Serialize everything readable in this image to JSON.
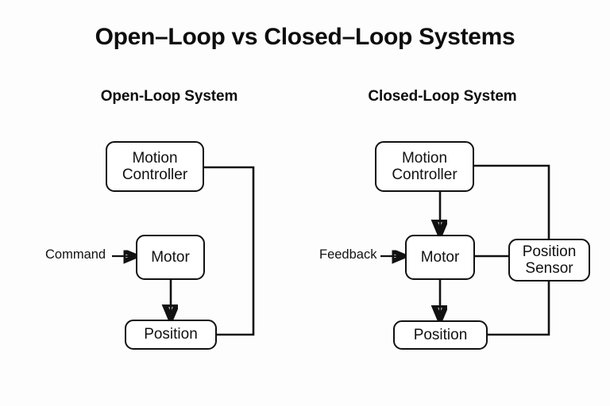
{
  "title": "Open–Loop vs Closed–Loop Systems",
  "diagrams": [
    {
      "id": "open-loop",
      "subtitle": "Open-Loop System",
      "nodes": {
        "controller_line1": "Motion",
        "controller_line2": "Controller",
        "motor": "Motor",
        "position": "Position"
      },
      "labels": {
        "input": "Command"
      }
    },
    {
      "id": "closed-loop",
      "subtitle": "Closed-Loop System",
      "nodes": {
        "controller_line1": "Motion",
        "controller_line2": "Controller",
        "motor": "Motor",
        "position": "Position",
        "sensor_line1": "Position",
        "sensor_line2": "Sensor"
      },
      "labels": {
        "input": "Feedback"
      }
    }
  ],
  "style": {
    "background": "#fdfdfd",
    "stroke": "#111111",
    "node_fill": "#ffffff",
    "text": "#111111"
  }
}
